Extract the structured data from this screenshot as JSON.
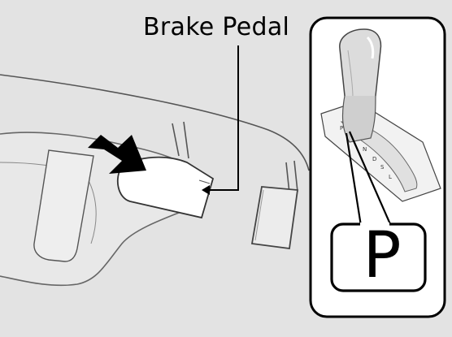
{
  "callout": {
    "label": "Brake Pedal"
  },
  "inset": {
    "gate_markings": [
      "P",
      "R",
      "N",
      "D",
      "S",
      "L"
    ],
    "highlighted_position": "P"
  },
  "colors": {
    "background": "#e3e3e3",
    "line": "#000000",
    "arrow": "#000000",
    "highlight_pedal": "#ffffff"
  },
  "icons": [
    "brake-pedal",
    "accelerator-pedal",
    "press-arrow",
    "foot",
    "shift-lever"
  ]
}
